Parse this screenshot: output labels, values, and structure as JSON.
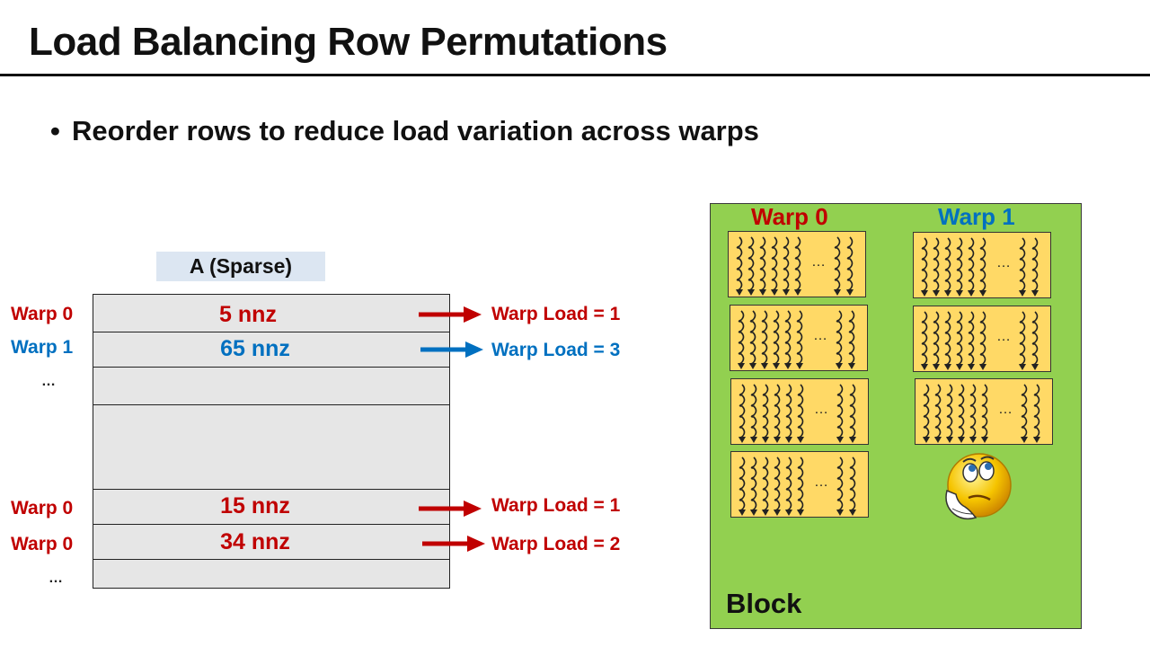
{
  "title": "Load Balancing Row Permutations",
  "bullet": "Reorder rows to reduce load variation across warps",
  "matrix": {
    "label": "A (Sparse)",
    "rows": [
      {
        "warp": "Warp 0",
        "warp_color": "#c00000",
        "nnz": "5 nnz",
        "load": "Warp Load = 1"
      },
      {
        "warp": "Warp 1",
        "warp_color": "#0070c0",
        "nnz": "65 nnz",
        "load": "Warp Load = 3"
      },
      {
        "warp": "Warp 0",
        "warp_color": "#c00000",
        "nnz": "15 nnz",
        "load": "Warp Load = 1"
      },
      {
        "warp": "Warp 0",
        "warp_color": "#c00000",
        "nnz": "34 nnz",
        "load": "Warp Load = 2"
      }
    ],
    "ellipsis_top": "…",
    "ellipsis_bottom": "…"
  },
  "block": {
    "label": "Block",
    "warp0_label": "Warp 0",
    "warp1_label": "Warp 1",
    "box_ellipsis": "…",
    "warp0_box_count": 4,
    "warp1_box_count": 3,
    "emoji": "thinking-face"
  },
  "colors": {
    "red": "#c00000",
    "blue": "#0070c0",
    "block_green": "#92d050",
    "thread_box_yellow": "#ffd966",
    "matrix_gray": "#e6e6e6",
    "label_bg": "#dce6f2"
  }
}
